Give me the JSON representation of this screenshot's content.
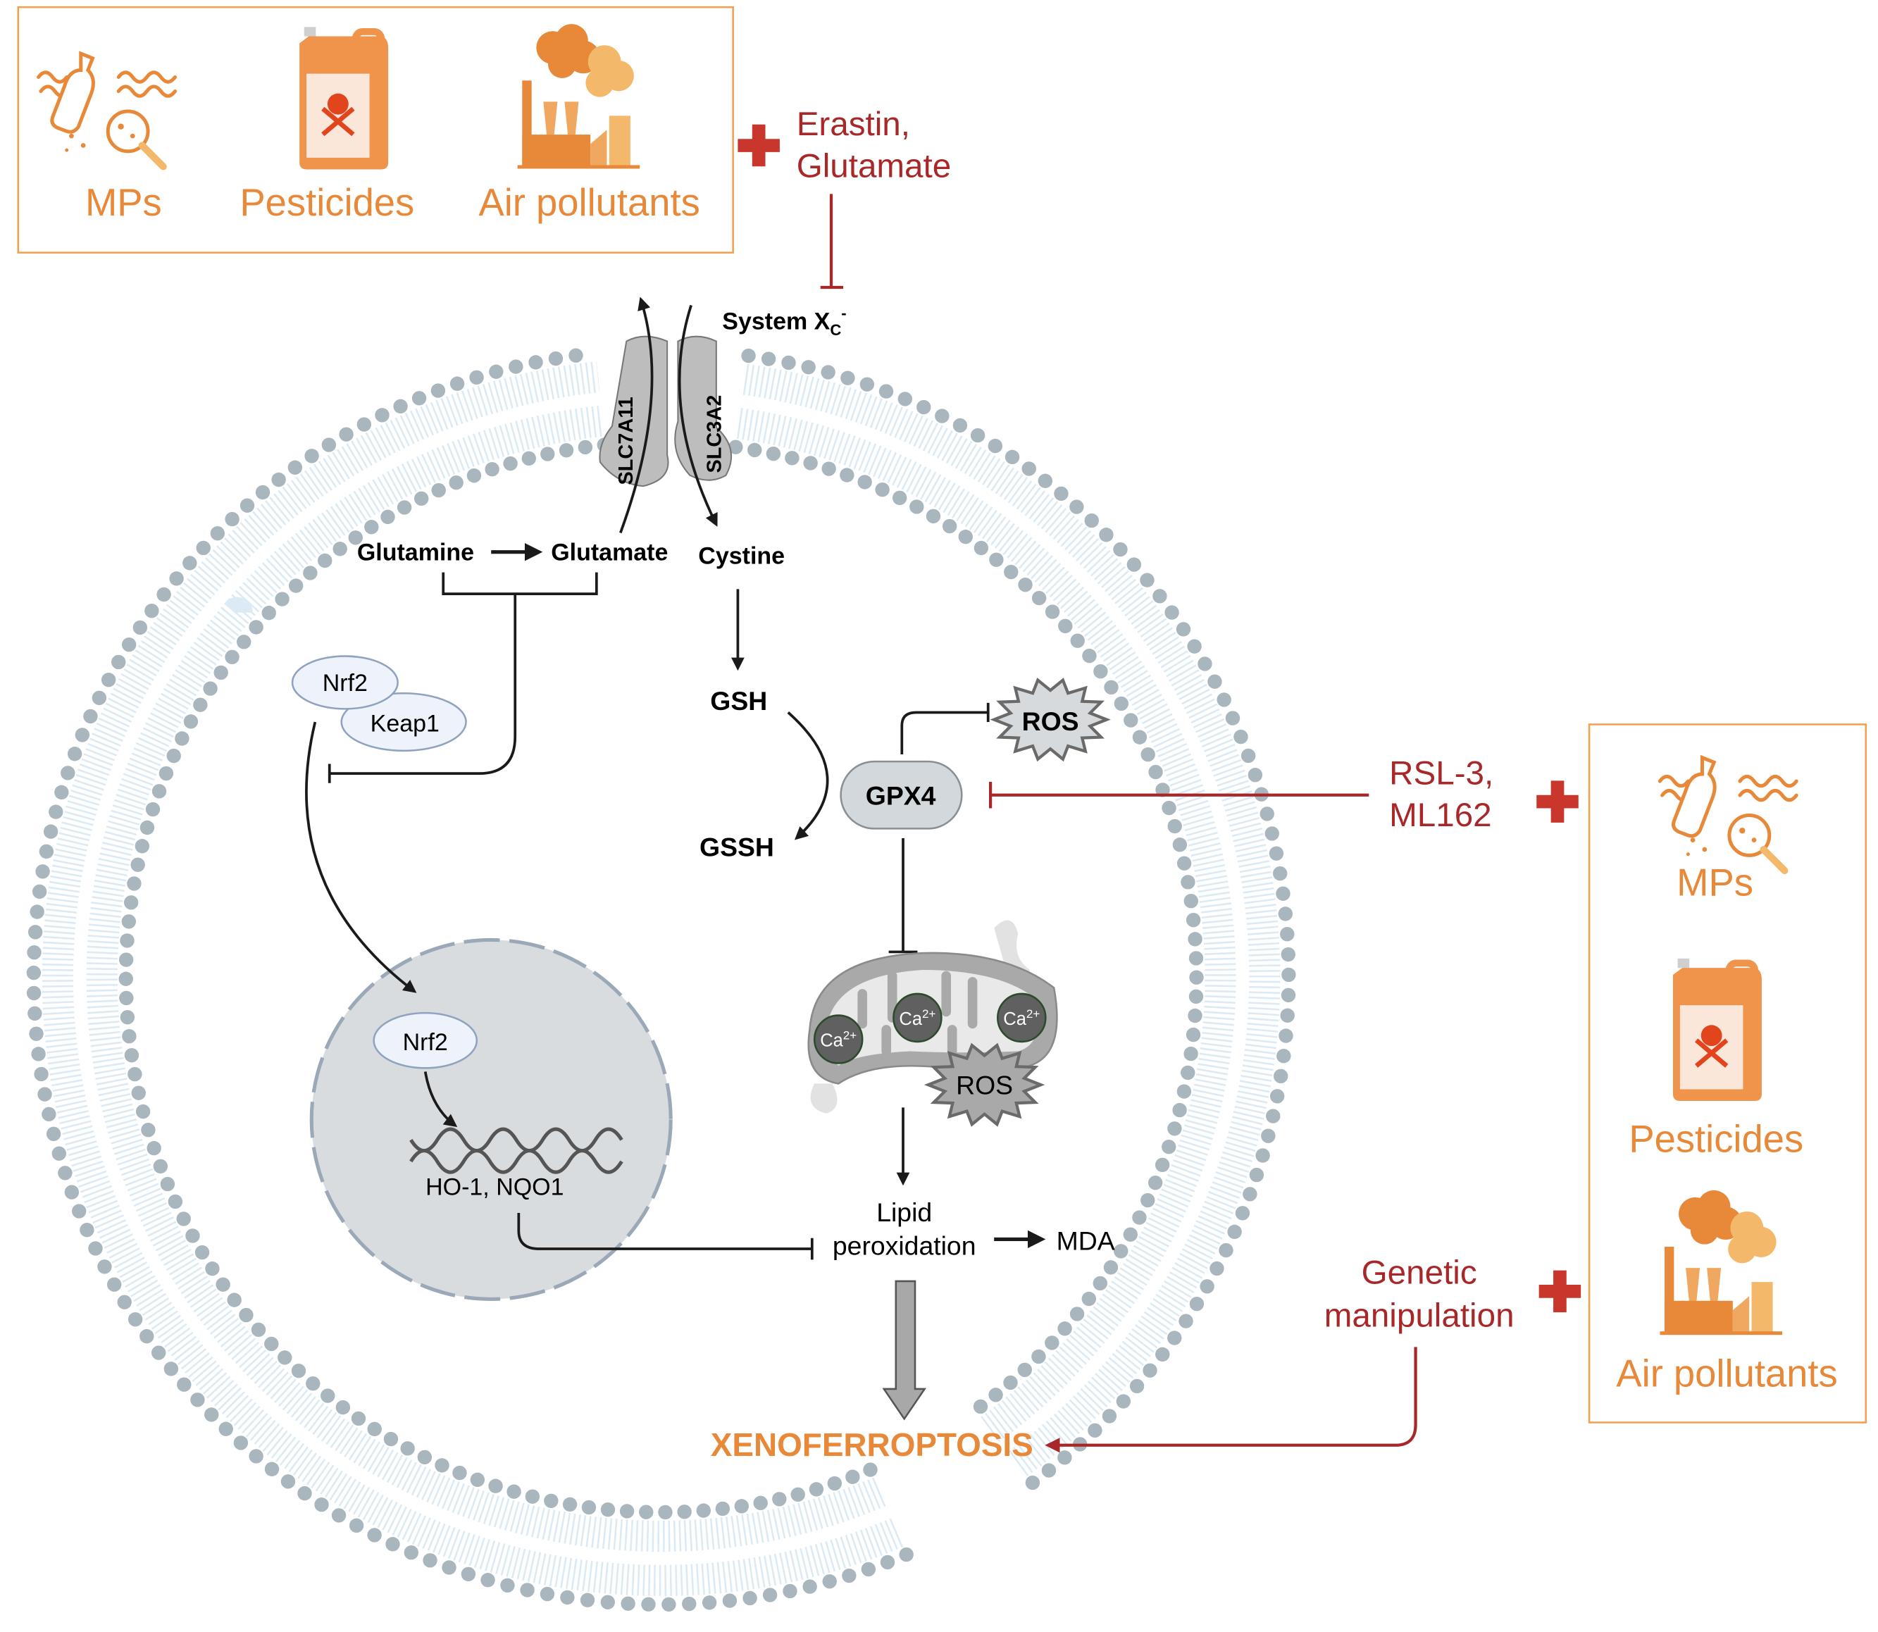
{
  "colors": {
    "pollutant_orange": "#e8893a",
    "inhibitor_red": "#a8282a",
    "membrane_bead": "#a9b6bd",
    "membrane_tail": "#d7e8f4",
    "nucleus_fill": "#d9dcdf",
    "protein_fill": "#eef3fb"
  },
  "pollutants_top": {
    "icons": [
      "microplastics-icon",
      "pesticide-jerrycan-icon",
      "factory-icon"
    ],
    "labels": [
      "MPs",
      "Pesticides",
      "Air pollutants"
    ]
  },
  "pollutants_right": {
    "icons": [
      "microplastics-icon",
      "pesticide-jerrycan-icon",
      "factory-icon"
    ],
    "labels": [
      "MPs",
      "Pesticides",
      "Air pollutants"
    ]
  },
  "inhibitors": {
    "erastin": [
      "Erastin,",
      "Glutamate"
    ],
    "rsl3": [
      "RSL-3,",
      "ML162"
    ],
    "genetic": [
      "Genetic",
      "manipulation"
    ]
  },
  "transporter": {
    "name": "System X",
    "sub": "C",
    "sup": "-",
    "slc7a11": "SLC7A11",
    "slc3a2": "SLC3A2"
  },
  "metabolites": {
    "glutamine": "Glutamine",
    "glutamate": "Glutamate",
    "cystine": "Cystine",
    "gsh": "GSH",
    "gssh": "GSSH"
  },
  "proteins": {
    "nrf2": "Nrf2",
    "keap1": "Keap1",
    "nrf2_nuclear": "Nrf2",
    "gpx4": "GPX4"
  },
  "genes": "HO-1, NQO1",
  "ros": "ROS",
  "calcium": {
    "ion": "Ca",
    "charge": "2+"
  },
  "lipid_peroxidation": [
    "Lipid",
    "peroxidation"
  ],
  "mda": "MDA",
  "outcome": "XENOFERROPTOSIS"
}
